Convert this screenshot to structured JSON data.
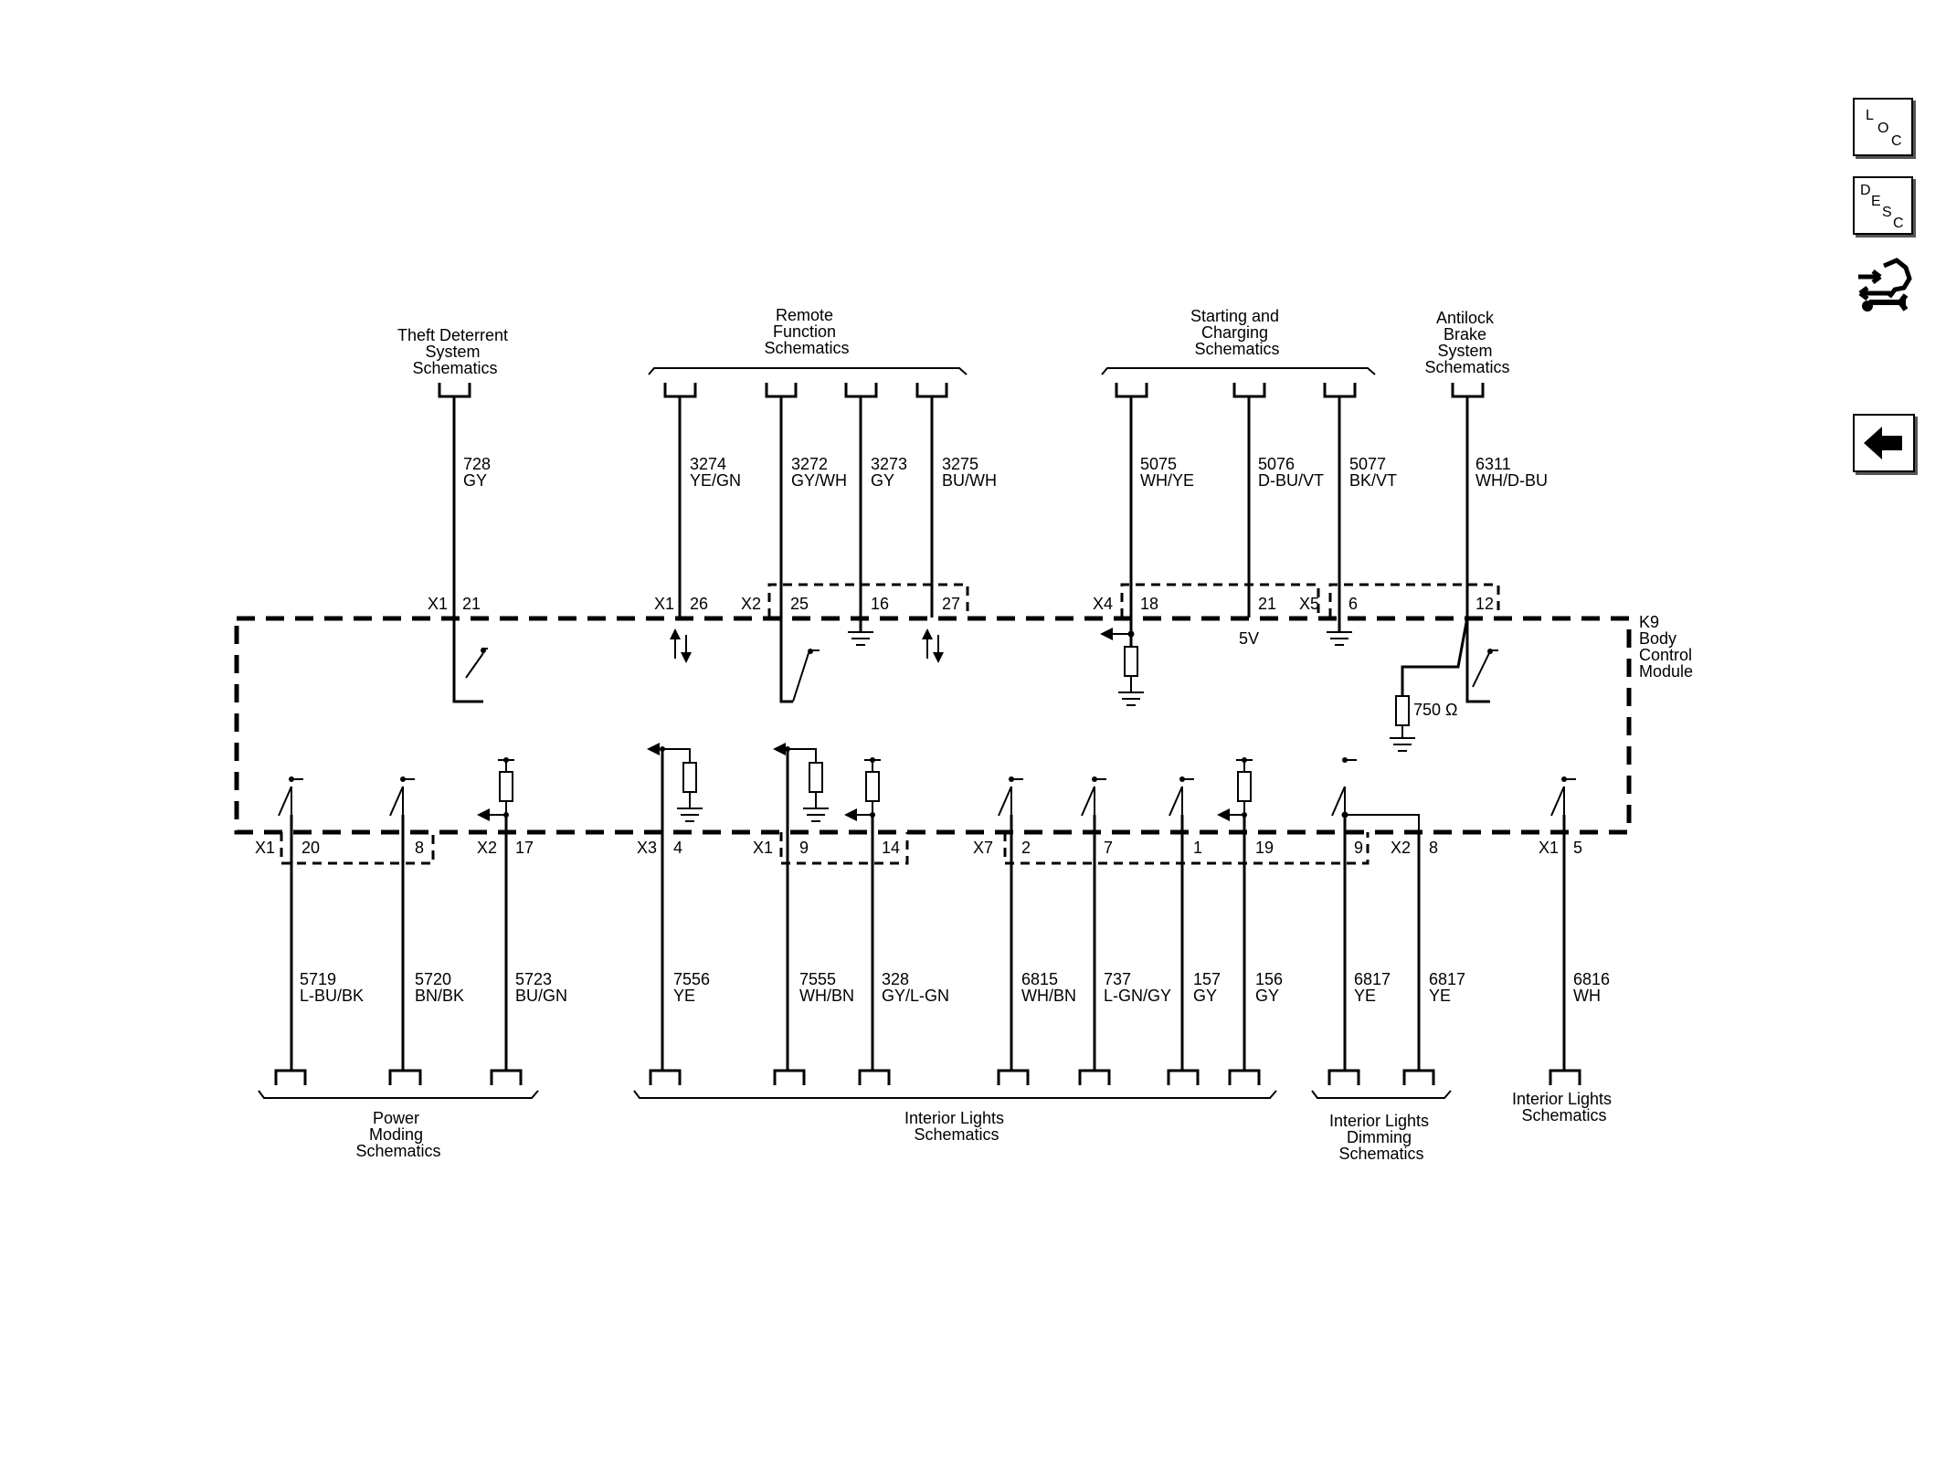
{
  "module": {
    "id": "K9",
    "lines": [
      "K9",
      "Body",
      "Control",
      "Module"
    ]
  },
  "nav": {
    "loc": [
      "L",
      "O",
      "C"
    ],
    "desc": [
      "D",
      "E",
      "S",
      "C"
    ]
  },
  "destinations": {
    "top": [
      {
        "lines": [
          "Theft Deterrent",
          "System",
          "Schematics"
        ]
      },
      {
        "lines": [
          "Remote",
          "Function",
          "Schematics"
        ]
      },
      {
        "lines": [
          "Starting and",
          "Charging",
          "Schematics"
        ]
      },
      {
        "lines": [
          "Antilock",
          "Brake",
          "System",
          "Schematics"
        ]
      }
    ],
    "bottom": [
      {
        "lines": [
          "Power",
          "Moding",
          "Schematics"
        ]
      },
      {
        "lines": [
          "Interior Lights",
          "Schematics"
        ]
      },
      {
        "lines": [
          "Interior Lights",
          "Dimming",
          "Schematics"
        ]
      },
      {
        "lines": [
          "Interior Lights",
          "Schematics"
        ]
      }
    ]
  },
  "top_wires": [
    {
      "circuit": "728",
      "color": "GY",
      "connector": "X1",
      "pin": "21"
    },
    {
      "circuit": "3274",
      "color": "YE/GN",
      "connector": "X1",
      "pin": "26"
    },
    {
      "circuit": "3272",
      "color": "GY/WH",
      "connector": "X2",
      "pin": "25"
    },
    {
      "circuit": "3273",
      "color": "GY",
      "connector": "",
      "pin": "16"
    },
    {
      "circuit": "3275",
      "color": "BU/WH",
      "connector": "",
      "pin": "27"
    },
    {
      "circuit": "5075",
      "color": "WH/YE",
      "connector": "X4",
      "pin": "18"
    },
    {
      "circuit": "5076",
      "color": "D-BU/VT",
      "connector": "",
      "pin": "21"
    },
    {
      "circuit": "5077",
      "color": "BK/VT",
      "connector": "X5",
      "pin": "6"
    },
    {
      "circuit": "6311",
      "color": "WH/D-BU",
      "connector": "",
      "pin": "12"
    }
  ],
  "bottom_wires": [
    {
      "circuit": "5719",
      "color": "L-BU/BK",
      "connector": "X1",
      "pin": "20"
    },
    {
      "circuit": "5720",
      "color": "BN/BK",
      "connector": "",
      "pin": "8"
    },
    {
      "circuit": "5723",
      "color": "BU/GN",
      "connector": "X2",
      "pin": "17"
    },
    {
      "circuit": "7556",
      "color": "YE",
      "connector": "X3",
      "pin": "4"
    },
    {
      "circuit": "7555",
      "color": "WH/BN",
      "connector": "X1",
      "pin": "9"
    },
    {
      "circuit": "328",
      "color": "GY/L-GN",
      "connector": "",
      "pin": "14"
    },
    {
      "circuit": "6815",
      "color": "WH/BN",
      "connector": "X7",
      "pin": "2"
    },
    {
      "circuit": "737",
      "color": "L-GN/GY",
      "connector": "",
      "pin": "7"
    },
    {
      "circuit": "157",
      "color": "GY",
      "connector": "",
      "pin": "1"
    },
    {
      "circuit": "156",
      "color": "GY",
      "connector": "",
      "pin": "19"
    },
    {
      "circuit": "6817",
      "color": "YE",
      "connector": "",
      "pin": "9"
    },
    {
      "circuit": "6817",
      "color": "YE",
      "connector": "X2",
      "pin": "8"
    },
    {
      "circuit": "6816",
      "color": "WH",
      "connector": "X1",
      "pin": "5"
    }
  ],
  "internal": {
    "voltage": "5V",
    "resistor": "750 Ω"
  }
}
